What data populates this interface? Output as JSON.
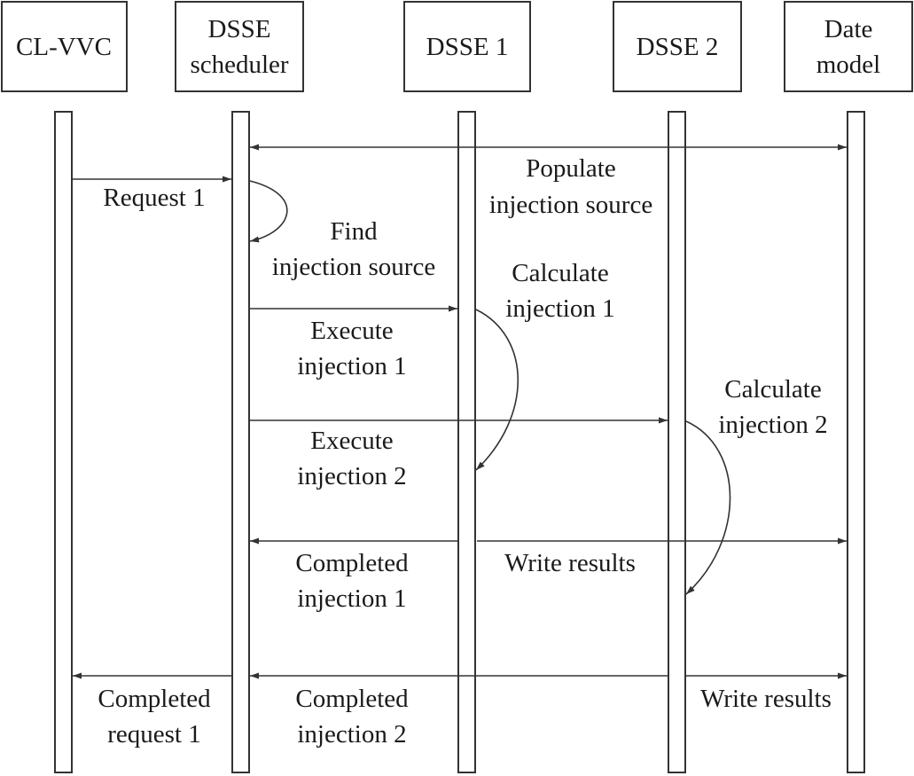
{
  "participants": [
    {
      "id": "clvvc",
      "lines": [
        "CL-VVC"
      ]
    },
    {
      "id": "scheduler",
      "lines": [
        "DSSE",
        "scheduler"
      ]
    },
    {
      "id": "dsse1",
      "lines": [
        "DSSE 1"
      ]
    },
    {
      "id": "dsse2",
      "lines": [
        "DSSE 2"
      ]
    },
    {
      "id": "datemodel",
      "lines": [
        "Date",
        "model"
      ]
    }
  ],
  "messages": {
    "populate": [
      "Populate",
      "injection source"
    ],
    "request1": [
      "Request 1"
    ],
    "find": [
      "Find",
      "injection source"
    ],
    "calc1": [
      "Calculate",
      "injection 1"
    ],
    "exec1": [
      "Execute",
      "injection 1"
    ],
    "calc2": [
      "Calculate",
      "injection 2"
    ],
    "exec2": [
      "Execute",
      "injection 2"
    ],
    "completed1": [
      "Completed",
      "injection 1"
    ],
    "write1": [
      "Write results"
    ],
    "completedReq": [
      "Completed",
      "request 1"
    ],
    "completed2": [
      "Completed",
      "injection 2"
    ],
    "write2": [
      "Write results"
    ]
  }
}
